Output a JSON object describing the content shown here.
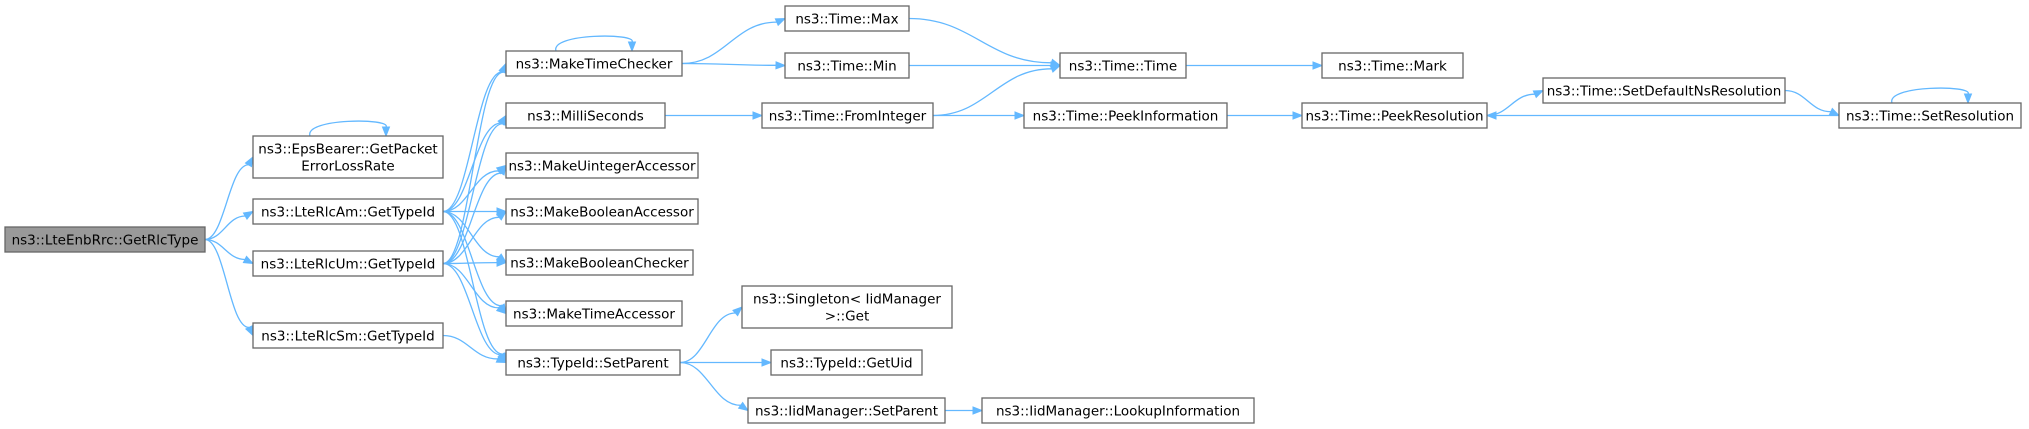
{
  "diagram": {
    "colors": {
      "edge": "#63b8ff",
      "node_border": "#666666",
      "root_fill": "#999999",
      "node_fill": "#ffffff"
    },
    "nodes": [
      {
        "id": "root",
        "lines": [
          "ns3::LteEnbRrc::GetRlcType"
        ]
      },
      {
        "id": "epsbearer",
        "lines": [
          "ns3::EpsBearer::GetPacket",
          "ErrorLossRate"
        ]
      },
      {
        "id": "rlcam",
        "lines": [
          "ns3::LteRlcAm::GetTypeId"
        ]
      },
      {
        "id": "rlcum",
        "lines": [
          "ns3::LteRlcUm::GetTypeId"
        ]
      },
      {
        "id": "rlcsm",
        "lines": [
          "ns3::LteRlcSm::GetTypeId"
        ]
      },
      {
        "id": "maketimechecker",
        "lines": [
          "ns3::MakeTimeChecker"
        ]
      },
      {
        "id": "milliseconds",
        "lines": [
          "ns3::MilliSeconds"
        ]
      },
      {
        "id": "makeuinteger",
        "lines": [
          "ns3::MakeUintegerAccessor"
        ]
      },
      {
        "id": "makeboolacc",
        "lines": [
          "ns3::MakeBooleanAccessor"
        ]
      },
      {
        "id": "makeboolchk",
        "lines": [
          "ns3::MakeBooleanChecker"
        ]
      },
      {
        "id": "maketimeacc",
        "lines": [
          "ns3::MakeTimeAccessor"
        ]
      },
      {
        "id": "setparent",
        "lines": [
          "ns3::TypeId::SetParent"
        ]
      },
      {
        "id": "timemax",
        "lines": [
          "ns3::Time::Max"
        ]
      },
      {
        "id": "timemin",
        "lines": [
          "ns3::Time::Min"
        ]
      },
      {
        "id": "fromint",
        "lines": [
          "ns3::Time::FromInteger"
        ]
      },
      {
        "id": "singleton",
        "lines": [
          "ns3::Singleton< IidManager",
          ">::Get"
        ]
      },
      {
        "id": "getuid",
        "lines": [
          "ns3::TypeId::GetUid"
        ]
      },
      {
        "id": "iidsetparent",
        "lines": [
          "ns3::IidManager::SetParent"
        ]
      },
      {
        "id": "timetime",
        "lines": [
          "ns3::Time::Time"
        ]
      },
      {
        "id": "peekinfo",
        "lines": [
          "ns3::Time::PeekInformation"
        ]
      },
      {
        "id": "lookupinfo",
        "lines": [
          "ns3::IidManager::LookupInformation"
        ]
      },
      {
        "id": "timemark",
        "lines": [
          "ns3::Time::Mark"
        ]
      },
      {
        "id": "peekres",
        "lines": [
          "ns3::Time::PeekResolution"
        ]
      },
      {
        "id": "setdefaultns",
        "lines": [
          "ns3::Time::SetDefaultNsResolution"
        ]
      },
      {
        "id": "setres",
        "lines": [
          "ns3::Time::SetResolution"
        ]
      }
    ],
    "edges": [
      [
        "root",
        "epsbearer"
      ],
      [
        "root",
        "rlcam"
      ],
      [
        "root",
        "rlcum"
      ],
      [
        "root",
        "rlcsm"
      ],
      [
        "epsbearer",
        "epsbearer"
      ],
      [
        "rlcam",
        "maketimechecker"
      ],
      [
        "rlcam",
        "milliseconds"
      ],
      [
        "rlcam",
        "makeuinteger"
      ],
      [
        "rlcam",
        "makeboolacc"
      ],
      [
        "rlcam",
        "makeboolchk"
      ],
      [
        "rlcam",
        "maketimeacc"
      ],
      [
        "rlcam",
        "setparent"
      ],
      [
        "rlcum",
        "maketimechecker"
      ],
      [
        "rlcum",
        "milliseconds"
      ],
      [
        "rlcum",
        "makeuinteger"
      ],
      [
        "rlcum",
        "makeboolacc"
      ],
      [
        "rlcum",
        "makeboolchk"
      ],
      [
        "rlcum",
        "maketimeacc"
      ],
      [
        "rlcum",
        "setparent"
      ],
      [
        "rlcsm",
        "setparent"
      ],
      [
        "maketimechecker",
        "maketimechecker"
      ],
      [
        "maketimechecker",
        "timemax"
      ],
      [
        "maketimechecker",
        "timemin"
      ],
      [
        "milliseconds",
        "fromint"
      ],
      [
        "timemax",
        "timetime"
      ],
      [
        "timemin",
        "timetime"
      ],
      [
        "fromint",
        "timetime"
      ],
      [
        "fromint",
        "peekinfo"
      ],
      [
        "timetime",
        "timemark"
      ],
      [
        "peekinfo",
        "peekres"
      ],
      [
        "peekres",
        "setdefaultns"
      ],
      [
        "setdefaultns",
        "setres"
      ],
      [
        "setres",
        "peekres"
      ],
      [
        "setres",
        "setres"
      ],
      [
        "setparent",
        "singleton"
      ],
      [
        "setparent",
        "getuid"
      ],
      [
        "setparent",
        "iidsetparent"
      ],
      [
        "iidsetparent",
        "lookupinfo"
      ]
    ]
  }
}
